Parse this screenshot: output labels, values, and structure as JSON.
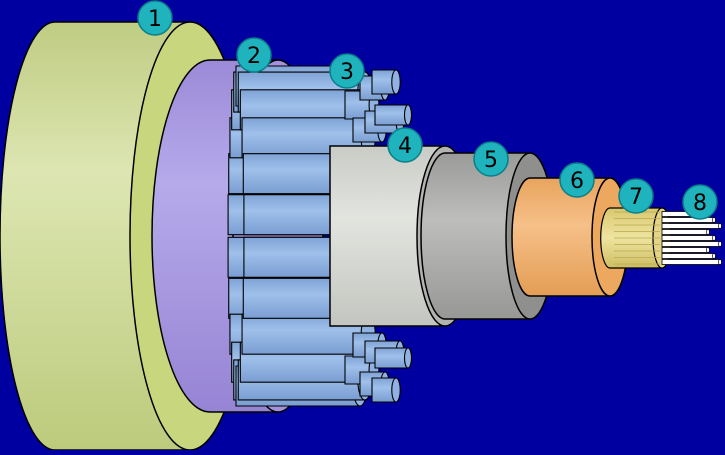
{
  "diagram": {
    "background_color": "#0000a0",
    "layers": [
      {
        "number": "1",
        "color": "#cfdc91"
      },
      {
        "number": "2",
        "color": "#a99ae0"
      },
      {
        "number": "3",
        "color": "#8db0e2"
      },
      {
        "number": "4",
        "color": "#d5d7d2"
      },
      {
        "number": "5",
        "color": "#a9aaa8"
      },
      {
        "number": "6",
        "color": "#f0b070"
      },
      {
        "number": "7",
        "color": "#e5d98a"
      },
      {
        "number": "8",
        "color": "#ffffff"
      }
    ],
    "callout_color": "#1fb3be"
  }
}
